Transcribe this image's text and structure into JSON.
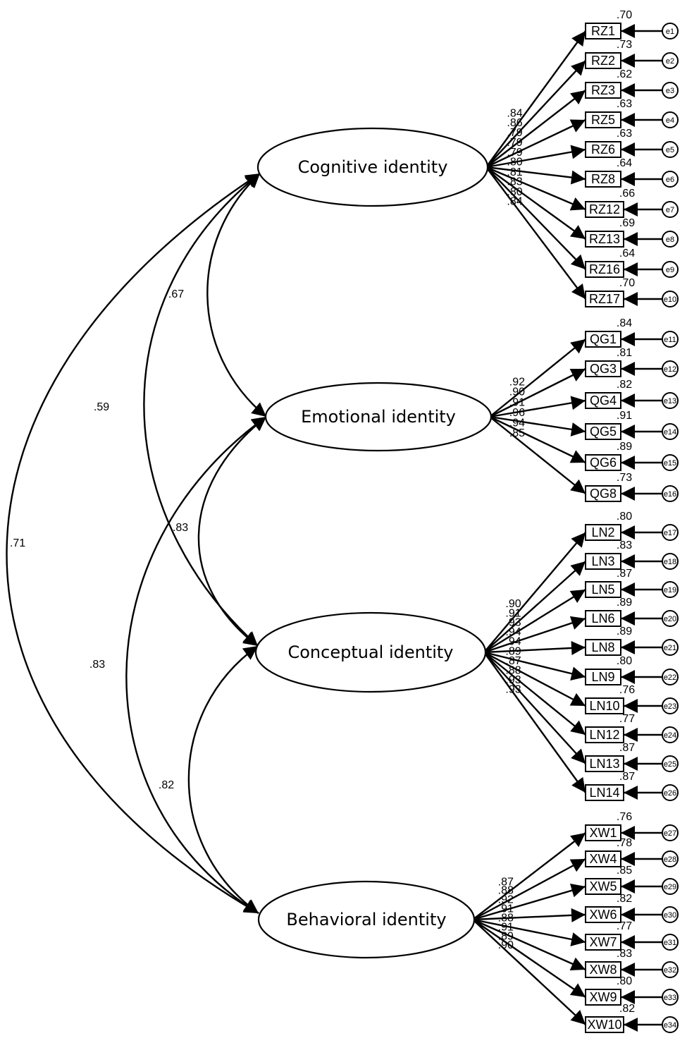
{
  "latents": [
    {
      "name": "Cognitive identity"
    },
    {
      "name": "Emotional identity"
    },
    {
      "name": "Conceptual identity"
    },
    {
      "name": "Behavioral identity"
    }
  ],
  "groups": [
    {
      "latent": 0,
      "items": [
        {
          "label": "RZ1",
          "loading": ".84",
          "r2": ".70",
          "error": "e1"
        },
        {
          "label": "RZ2",
          "loading": ".86",
          "r2": ".73",
          "error": "e2"
        },
        {
          "label": "RZ3",
          "loading": ".79",
          "r2": ".62",
          "error": "e3"
        },
        {
          "label": "RZ5",
          "loading": ".79",
          "r2": ".63",
          "error": "e4"
        },
        {
          "label": "RZ6",
          "loading": ".79",
          "r2": ".63",
          "error": "e5"
        },
        {
          "label": "RZ8",
          "loading": ".80",
          "r2": ".64",
          "error": "e6"
        },
        {
          "label": "RZ12",
          "loading": ".81",
          "r2": ".66",
          "error": "e7"
        },
        {
          "label": "RZ13",
          "loading": ".83",
          "r2": ".69",
          "error": "e8"
        },
        {
          "label": "RZ16",
          "loading": ".80",
          "r2": ".64",
          "error": "e9"
        },
        {
          "label": "RZ17",
          "loading": ".84",
          "r2": ".70",
          "error": "e10"
        }
      ]
    },
    {
      "latent": 1,
      "items": [
        {
          "label": "QG1",
          "loading": ".92",
          "r2": ".84",
          "error": "e11"
        },
        {
          "label": "QG3",
          "loading": ".90",
          "r2": ".81",
          "error": "e12"
        },
        {
          "label": "QG4",
          "loading": ".91",
          "r2": ".82",
          "error": "e13"
        },
        {
          "label": "QG5",
          "loading": ".96",
          "r2": ".91",
          "error": "e14"
        },
        {
          "label": "QG6",
          "loading": ".94",
          "r2": ".89",
          "error": "e15"
        },
        {
          "label": "QG8",
          "loading": ".85",
          "r2": ".73",
          "error": "e16"
        }
      ]
    },
    {
      "latent": 2,
      "items": [
        {
          "label": "LN2",
          "loading": ".90",
          "r2": ".80",
          "error": "e17"
        },
        {
          "label": "LN3",
          "loading": ".91",
          "r2": ".83",
          "error": "e18"
        },
        {
          "label": "LN5",
          "loading": ".93",
          "r2": ".87",
          "error": "e19"
        },
        {
          "label": "LN6",
          "loading": ".94",
          "r2": ".89",
          "error": "e20"
        },
        {
          "label": "LN8",
          "loading": ".94",
          "r2": ".89",
          "error": "e21"
        },
        {
          "label": "LN9",
          "loading": ".89",
          "r2": ".80",
          "error": "e22"
        },
        {
          "label": "LN10",
          "loading": ".87",
          "r2": ".76",
          "error": "e23"
        },
        {
          "label": "LN12",
          "loading": ".88",
          "r2": ".77",
          "error": "e24"
        },
        {
          "label": "LN13",
          "loading": ".93",
          "r2": ".87",
          "error": "e25"
        },
        {
          "label": "LN14",
          "loading": ".93",
          "r2": ".87",
          "error": "e26"
        }
      ]
    },
    {
      "latent": 3,
      "items": [
        {
          "label": "XW1",
          "loading": ".87",
          "r2": ".76",
          "error": "e27"
        },
        {
          "label": "XW4",
          "loading": ".88",
          "r2": ".78",
          "error": "e28"
        },
        {
          "label": "XW5",
          "loading": ".92",
          "r2": ".85",
          "error": "e29"
        },
        {
          "label": "XW6",
          "loading": ".91",
          "r2": ".82",
          "error": "e30"
        },
        {
          "label": "XW7",
          "loading": ".88",
          "r2": ".77",
          "error": "e31"
        },
        {
          "label": "XW8",
          "loading": ".91",
          "r2": ".83",
          "error": "e32"
        },
        {
          "label": "XW9",
          "loading": ".89",
          "r2": ".80",
          "error": "e33"
        },
        {
          "label": "XW10",
          "loading": ".90",
          "r2": ".82",
          "error": "e34"
        }
      ]
    }
  ],
  "correlations": [
    {
      "from": 0,
      "to": 1,
      "value": ".67"
    },
    {
      "from": 0,
      "to": 2,
      "value": ".59"
    },
    {
      "from": 0,
      "to": 3,
      "value": ".71"
    },
    {
      "from": 1,
      "to": 2,
      "value": ".83"
    },
    {
      "from": 1,
      "to": 3,
      "value": ".83"
    },
    {
      "from": 2,
      "to": 3,
      "value": ".82"
    }
  ]
}
